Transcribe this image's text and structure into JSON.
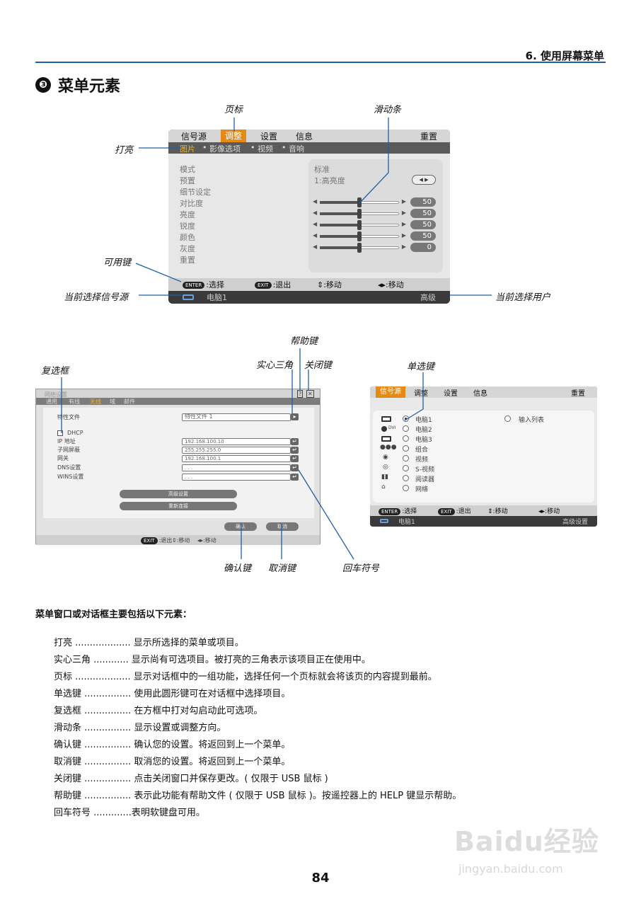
{
  "header": {
    "chapter": "6. 使用屏幕菜单"
  },
  "section": {
    "number": "❸",
    "title": "菜单元素"
  },
  "callouts": {
    "tab": "页标",
    "slider": "滑动条",
    "highlight": "打亮",
    "available_keys": "可用键",
    "current_source": "当前选择信号源",
    "current_user": "当前选择用户",
    "help_key": "帮助键",
    "solid_triangle": "实心三角",
    "close_key": "关闭键",
    "checkbox": "复选框",
    "radio_button": "单选键",
    "ok_key": "确认键",
    "cancel_key": "取消键",
    "return_symbol": "回车符号"
  },
  "menu1": {
    "tabs": [
      "信号源",
      "调整",
      "设置",
      "信息"
    ],
    "reset": "重置",
    "subtabs": [
      "图片",
      "影像选项",
      "视频",
      "音响"
    ],
    "items": [
      "模式",
      "预置",
      "细节设定",
      "对比度",
      "亮度",
      "锐度",
      "颜色",
      "灰度",
      "重置"
    ],
    "mode_value": "标准",
    "preset_value": "1:高亮度",
    "lr_arrows": "◀ ▶",
    "sliders": [
      {
        "label": "对比度",
        "value": 50,
        "fraction": 0.5
      },
      {
        "label": "亮度",
        "value": 50,
        "fraction": 0.5
      },
      {
        "label": "锐度",
        "value": 50,
        "fraction": 0.5
      },
      {
        "label": "颜色",
        "value": 50,
        "fraction": 0.5
      },
      {
        "label": "灰度",
        "value": 0,
        "fraction": 0.5
      }
    ],
    "bottom": {
      "enter_key": "ENTER",
      "select": ":选择",
      "exit_key": "EXIT",
      "exit": ":退出",
      "move_v": "⇕:移动",
      "move_h": "◂▸:移动"
    },
    "status": {
      "source": "电脑1",
      "user": "高级"
    }
  },
  "dialog": {
    "title": "网络设置",
    "help_icon": "?",
    "close_icon": "✕",
    "subtabs": [
      "通用",
      "有线",
      "无线",
      "域",
      "邮件"
    ],
    "profile_label": "特性文件",
    "profile_value": "特性文件 1",
    "dhcp": "DHCP",
    "fields": [
      {
        "label": "IP 地址",
        "value": "192.168.100.10"
      },
      {
        "label": "子网屏蔽",
        "value": "255.255.255.0"
      },
      {
        "label": "网关",
        "value": "192.168.100.1"
      },
      {
        "label": "DNS设置",
        "value": ". . ."
      },
      {
        "label": "WINS设置",
        "value": ". . ."
      }
    ],
    "advanced": "高级设置",
    "reconnect": "重新连接",
    "ok": "确认",
    "cancel": "取消",
    "bottom": {
      "exit_key": "EXIT",
      "exit": ":退出",
      "move_v": "⇕:移动",
      "move_h": "◂▸:移动"
    }
  },
  "menu2": {
    "tabs": [
      "信号源",
      "调整",
      "设置",
      "信息"
    ],
    "reset": "重置",
    "sources": [
      "电脑1",
      "电脑2",
      "电脑3",
      "组合",
      "视频",
      "S-视频",
      "阅读器",
      "网络"
    ],
    "dvi_badge": "DVI",
    "input_list": "输入列表",
    "bottom": {
      "enter_key": "ENTER",
      "select": ":选择",
      "exit_key": "EXIT",
      "exit": ":退出",
      "move_v": "⇕:移动",
      "move_h": "◂▸:移动"
    },
    "status": {
      "source": "电脑1",
      "user": "高级设置"
    }
  },
  "description": {
    "heading": "菜单窗口或对话框主要包括以下元素：",
    "rows": [
      "打亮 ................... 显示所选择的菜单或项目。",
      "实心三角 ............ 显示尚有可选项目。被打亮的三角表示该项目正在使用中。",
      "页标 ................... 显示对话框中的一组功能，选择任何一个页标就会将该页的内容提到最前。",
      "单选键 ................ 使用此圆形键可在对话框中选择项目。",
      "复选框 ................ 在方框中打对勾启动此可选项。",
      "滑动条 ................ 显示设置或调整方向。",
      "确认键 ................ 确认您的设置。将返回到上一个菜单。",
      "取消键 ................ 取消您的设置。将返回到上一个菜单。",
      "关闭键 ................ 点击关闭窗口并保存更改。( 仅限于 USB 鼠标 )",
      "帮助键 ................ 表示此功能有帮助文件 ( 仅限于 USB 鼠标 )。按遥控器上的 HELP 键显示帮助。",
      "回车符号 .............表明软键盘可用。"
    ]
  },
  "page_number": "84",
  "watermark": {
    "brand": "Baidu经验",
    "url": "jingyan.baidu.com"
  }
}
